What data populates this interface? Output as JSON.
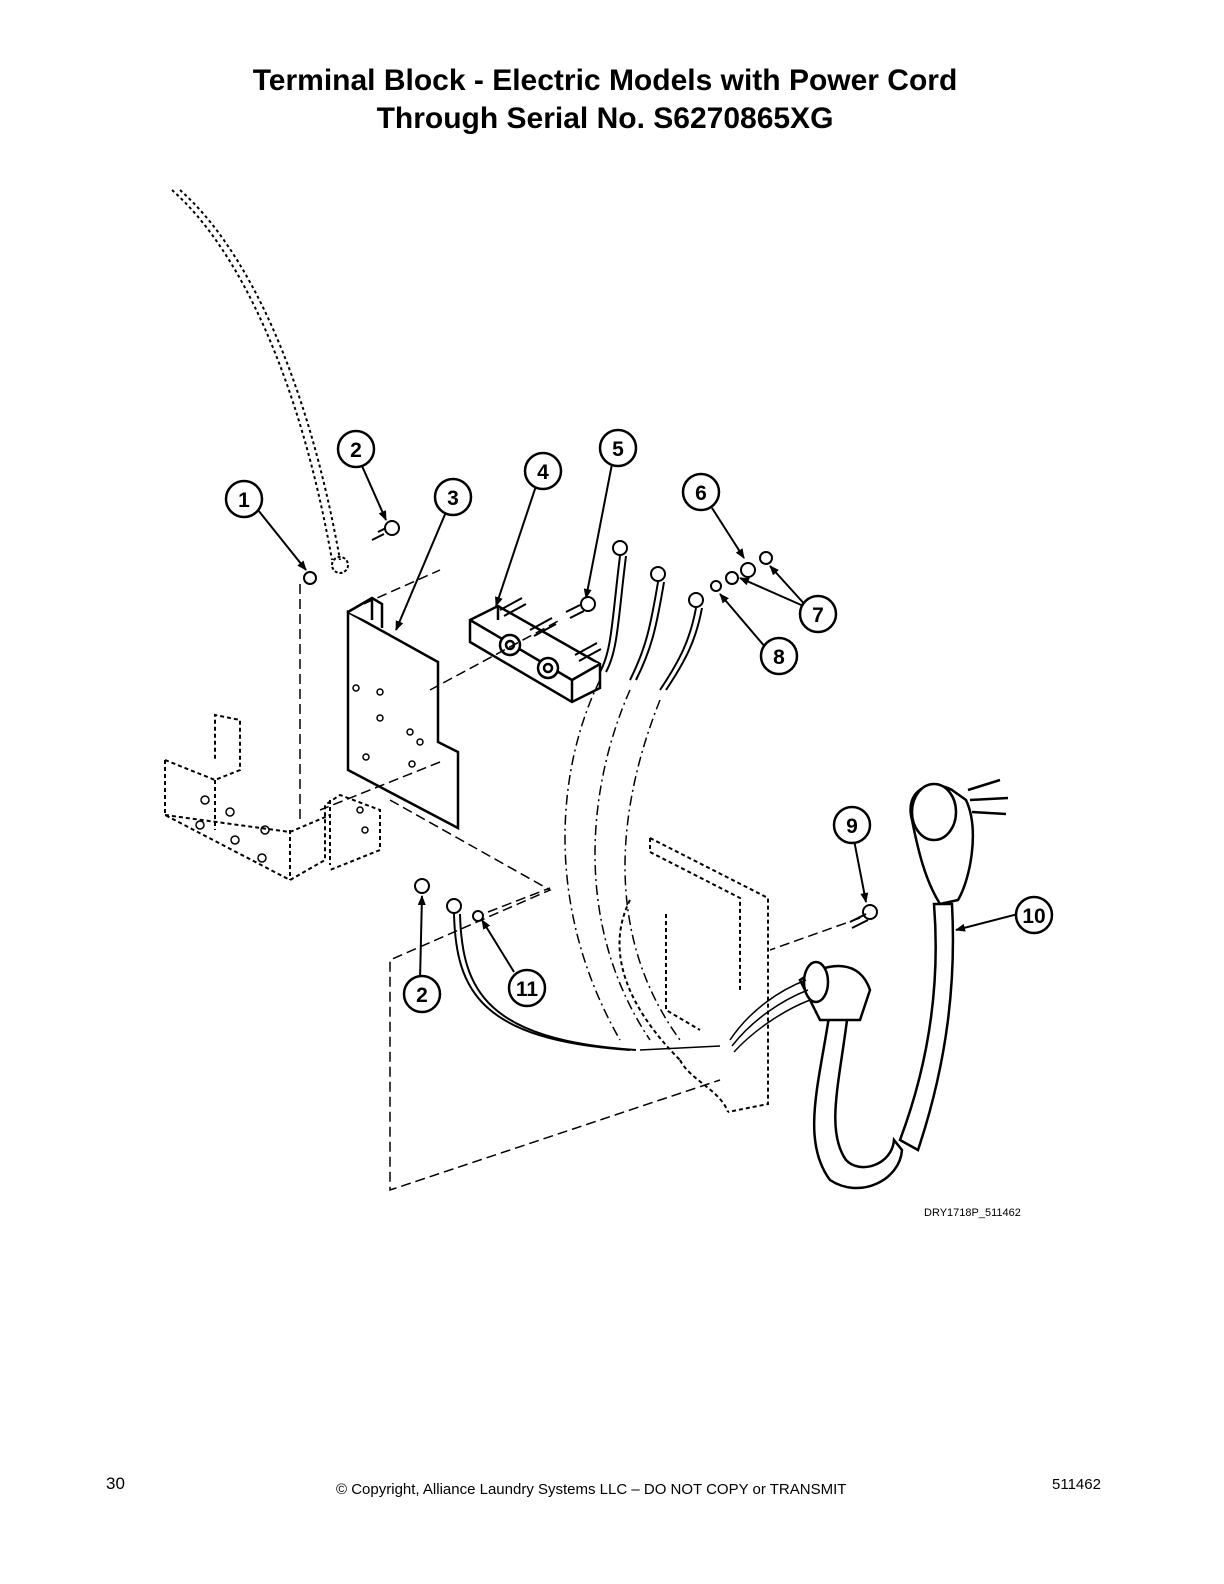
{
  "title": {
    "line1": "Terminal Block - Electric Models with Power Cord",
    "line2": "Through Serial No. S6270865XG"
  },
  "callouts": [
    {
      "label": "1"
    },
    {
      "label": "2"
    },
    {
      "label": "3"
    },
    {
      "label": "4"
    },
    {
      "label": "5"
    },
    {
      "label": "6"
    },
    {
      "label": "7"
    },
    {
      "label": "8"
    },
    {
      "label": "9"
    },
    {
      "label": "10"
    },
    {
      "label": "2"
    },
    {
      "label": "11"
    }
  ],
  "drawing_id": "DRY1718P_511462",
  "footer": {
    "page_number": "30",
    "copyright": "© Copyright, Alliance Laundry Systems LLC – DO NOT COPY or TRANSMIT",
    "doc_number": "511462"
  }
}
